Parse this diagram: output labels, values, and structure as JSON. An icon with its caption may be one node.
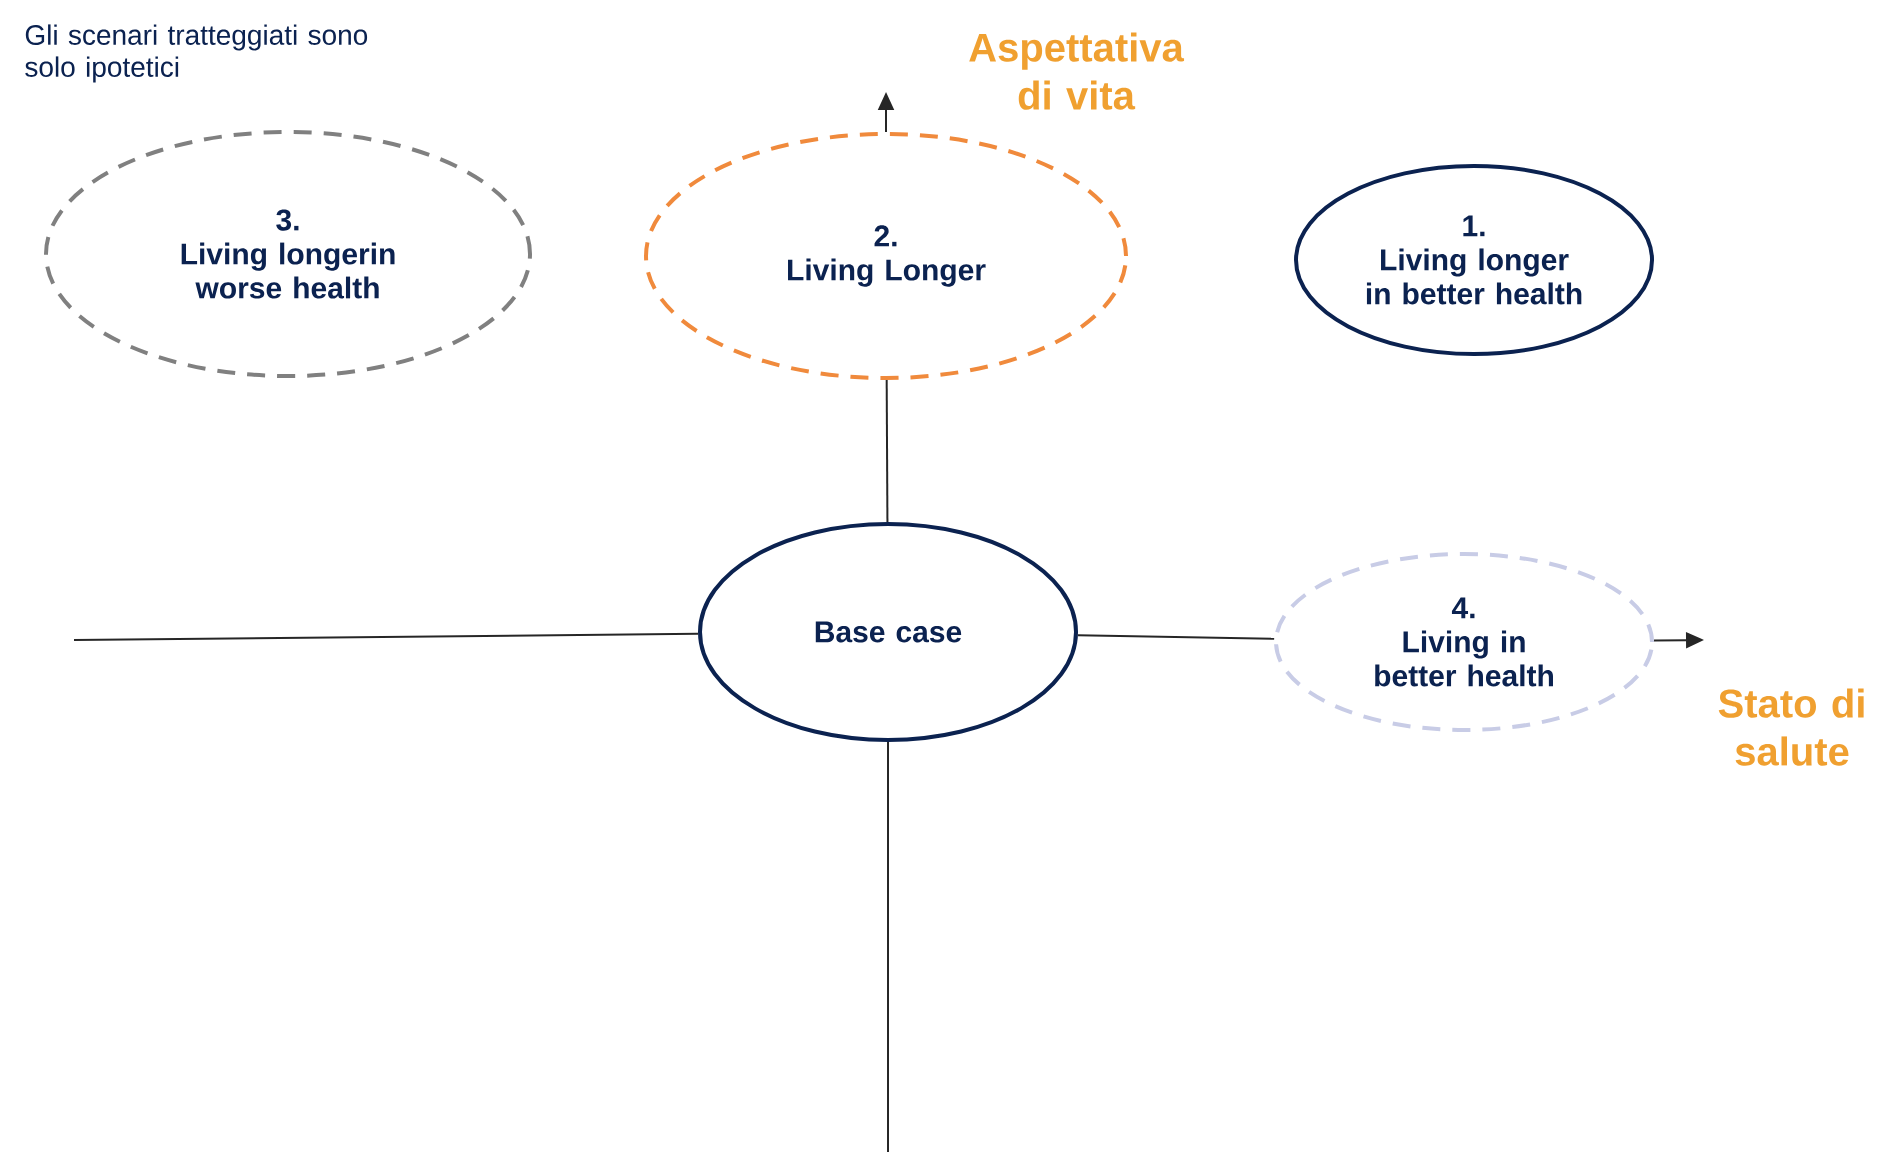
{
  "diagram": {
    "nodes": [
      {
        "text": [
          "3.",
          "Living longerin worse health"
        ]
      },
      {
        "text": [
          "2.",
          "Living Longer"
        ]
      },
      {
        "text": [
          "1.",
          "Living longer in better health"
        ]
      },
      {
        "text": [
          "Base case"
        ]
      },
      {
        "text": [
          "4.",
          "Living in better health"
        ]
      }
    ],
    "edges": [
      {
        "from": 3,
        "to": 1,
        "arrow": "none"
      },
      {
        "from": 1,
        "to": null,
        "arrow": "to"
      },
      {
        "from": 3,
        "to": 4,
        "arrow": "none"
      },
      {
        "from": 4,
        "to": null,
        "arrow": "to"
      },
      {
        "from": null,
        "to": 3,
        "arrow": "none"
      },
      {
        "from": 3,
        "to": null,
        "arrow": "none"
      }
    ],
    "labels": [
      "Gli scenari tratteggiati sono solo ipotetici",
      "Aspettativa di vita",
      "Stato di salute"
    ]
  }
}
